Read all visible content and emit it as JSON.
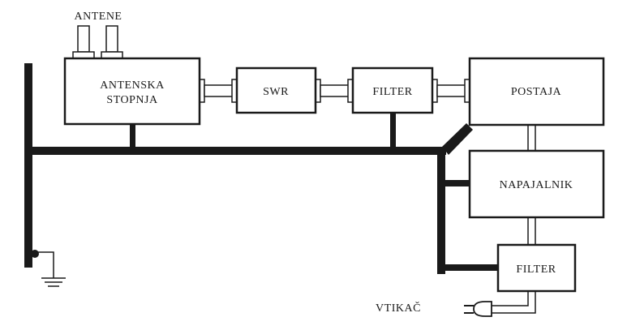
{
  "labels": {
    "antennas": "ANTENE",
    "antenna_stage_line1": "ANTENSKA",
    "antenna_stage_line2": "STOPNJA",
    "swr": "SWR",
    "filter_top": "FILTER",
    "station": "POSTAJA",
    "power_supply": "NAPAJALNIK",
    "filter_bottom": "FILTER",
    "plug": "VTIKAČ"
  },
  "colors": {
    "line": "#1a1a1a",
    "background": "#ffffff"
  }
}
